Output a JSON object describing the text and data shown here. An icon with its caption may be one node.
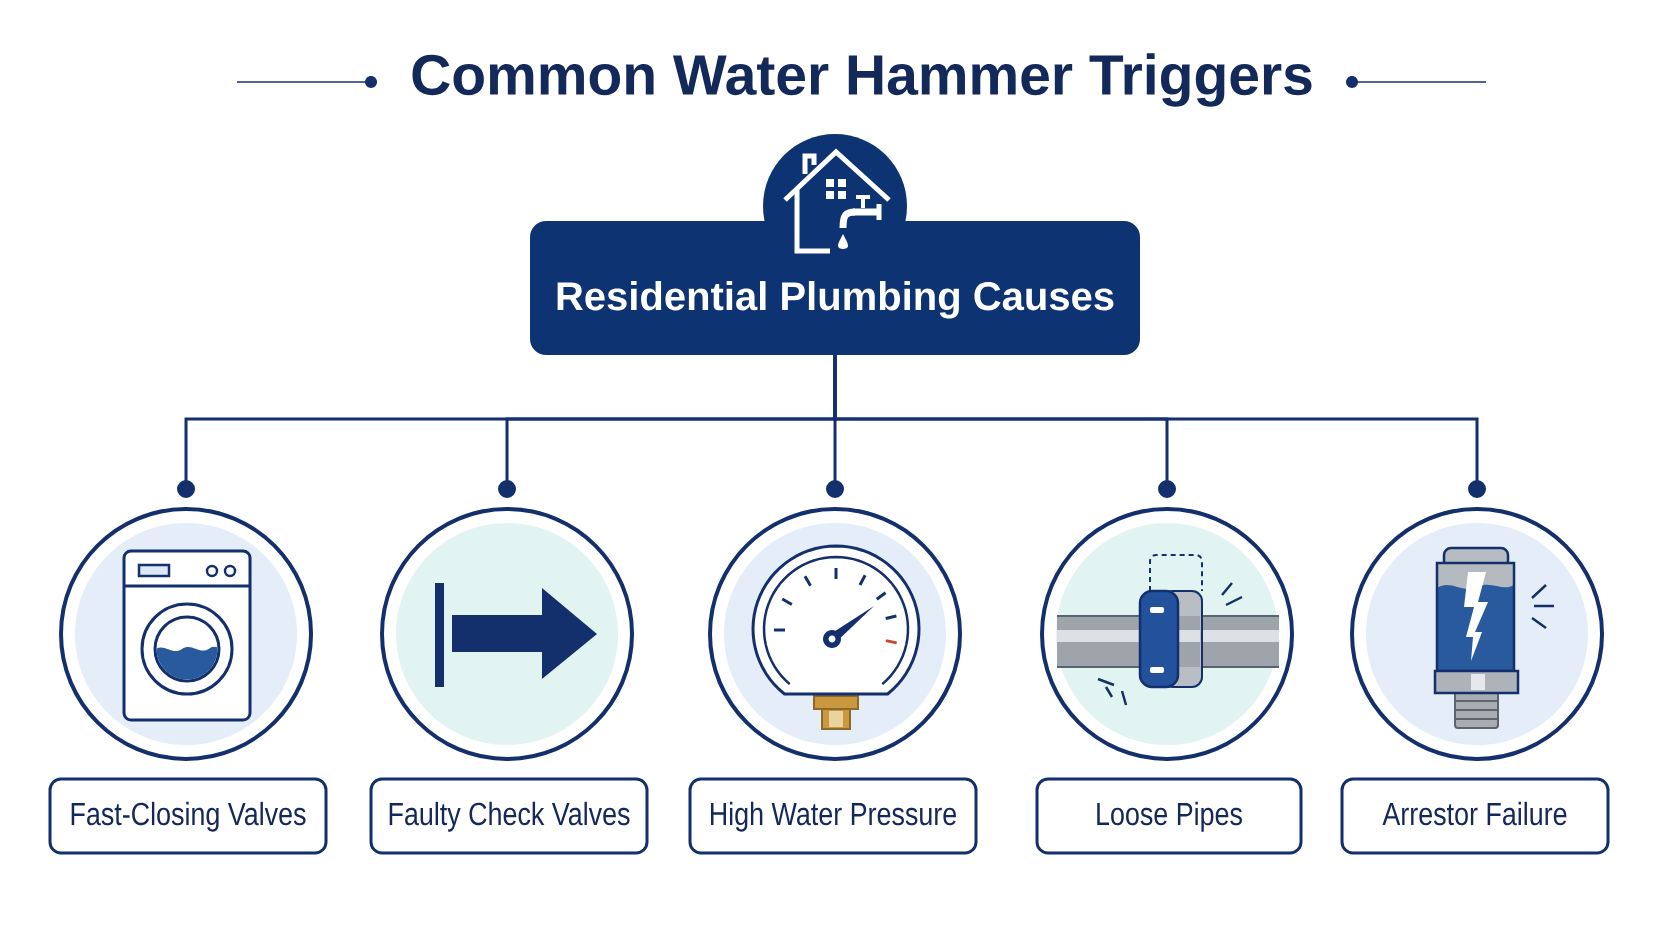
{
  "diagram": {
    "title": "Common Water Hammer Triggers",
    "nodes": [
      {
        "text": [
          "Residential Plumbing Causes"
        ]
      },
      {
        "text": [],
        "shape": "circle"
      },
      {
        "text": [],
        "shape": "circle"
      },
      {
        "text": [],
        "shape": "circle"
      },
      {
        "text": [],
        "shape": "circle"
      },
      {
        "text": [],
        "shape": "circle"
      },
      {
        "text": [
          "Fast-Closing Valves"
        ]
      },
      {
        "text": [
          "Faulty Check Valves"
        ]
      },
      {
        "text": [
          "High Water Pressure"
        ]
      },
      {
        "text": [
          "Loose Pipes"
        ]
      },
      {
        "text": [
          "Arrestor Failure"
        ]
      }
    ],
    "edges": [
      {
        "from": 0,
        "to": 1,
        "arrow": "other"
      },
      {
        "from": 0,
        "to": 2,
        "arrow": "other"
      },
      {
        "from": 0,
        "to": 3,
        "arrow": "other"
      },
      {
        "from": 0,
        "to": 4,
        "arrow": "other"
      },
      {
        "from": 0,
        "to": 5,
        "arrow": "other"
      }
    ]
  }
}
